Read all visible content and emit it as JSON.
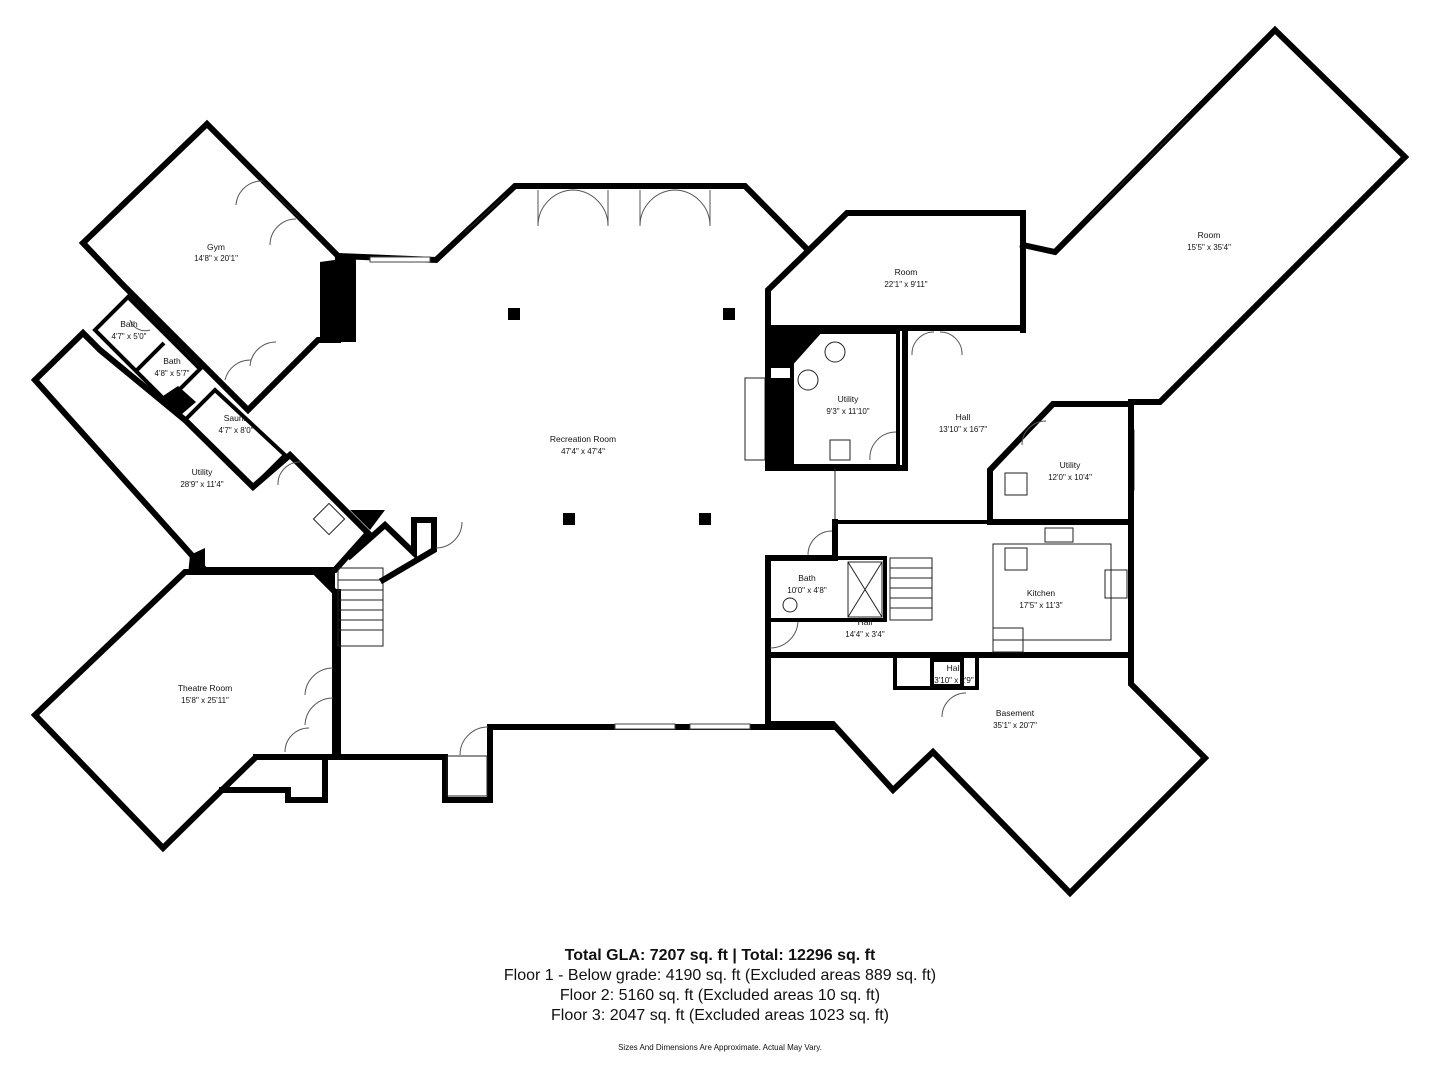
{
  "rooms": {
    "gym": {
      "name": "Gym",
      "dim": "14'8\" x 20'1\""
    },
    "bath1": {
      "name": "Bath",
      "dim": "4'7\" x 5'0\""
    },
    "bath2": {
      "name": "Bath",
      "dim": "4'8\" x 5'7\""
    },
    "sauna": {
      "name": "Sauna",
      "dim": "4'7\" x 8'0\""
    },
    "utility_left": {
      "name": "Utility",
      "dim": "28'9\" x 11'4\""
    },
    "theatre": {
      "name": "Theatre Room",
      "dim": "15'8\" x 25'11\""
    },
    "recreation": {
      "name": "Recreation Room",
      "dim": "47'4\" x 47'4\""
    },
    "room_mid": {
      "name": "Room",
      "dim": "22'1\" x 9'11\""
    },
    "utility_mid": {
      "name": "Utility",
      "dim": "9'3\" x 11'10\""
    },
    "hall_big": {
      "name": "Hall",
      "dim": "13'10\" x 16'7\""
    },
    "utility_right": {
      "name": "Utility",
      "dim": "12'0\" x 10'4\""
    },
    "room_right": {
      "name": "Room",
      "dim": "15'5\" x 35'4\""
    },
    "bath3": {
      "name": "Bath",
      "dim": "10'0\" x 4'8\""
    },
    "hall_long": {
      "name": "Hall",
      "dim": "14'4\" x 3'4\""
    },
    "kitchen": {
      "name": "Kitchen",
      "dim": "17'5\" x 11'3\""
    },
    "hall_small": {
      "name": "Hall",
      "dim": "3'10\" x 2'9\""
    },
    "basement": {
      "name": "Basement",
      "dim": "35'1\" x 20'7\""
    }
  },
  "summary": {
    "total": "Total GLA: 7207 sq. ft | Total: 12296 sq. ft",
    "floor1": "Floor 1 - Below grade: 4190 sq. ft (Excluded areas 889 sq. ft)",
    "floor2": "Floor 2: 5160 sq. ft (Excluded areas 10 sq. ft)",
    "floor3": "Floor 3: 2047 sq. ft (Excluded areas 1023 sq. ft)",
    "note": "Sizes And Dimensions Are Approximate. Actual May Vary."
  }
}
